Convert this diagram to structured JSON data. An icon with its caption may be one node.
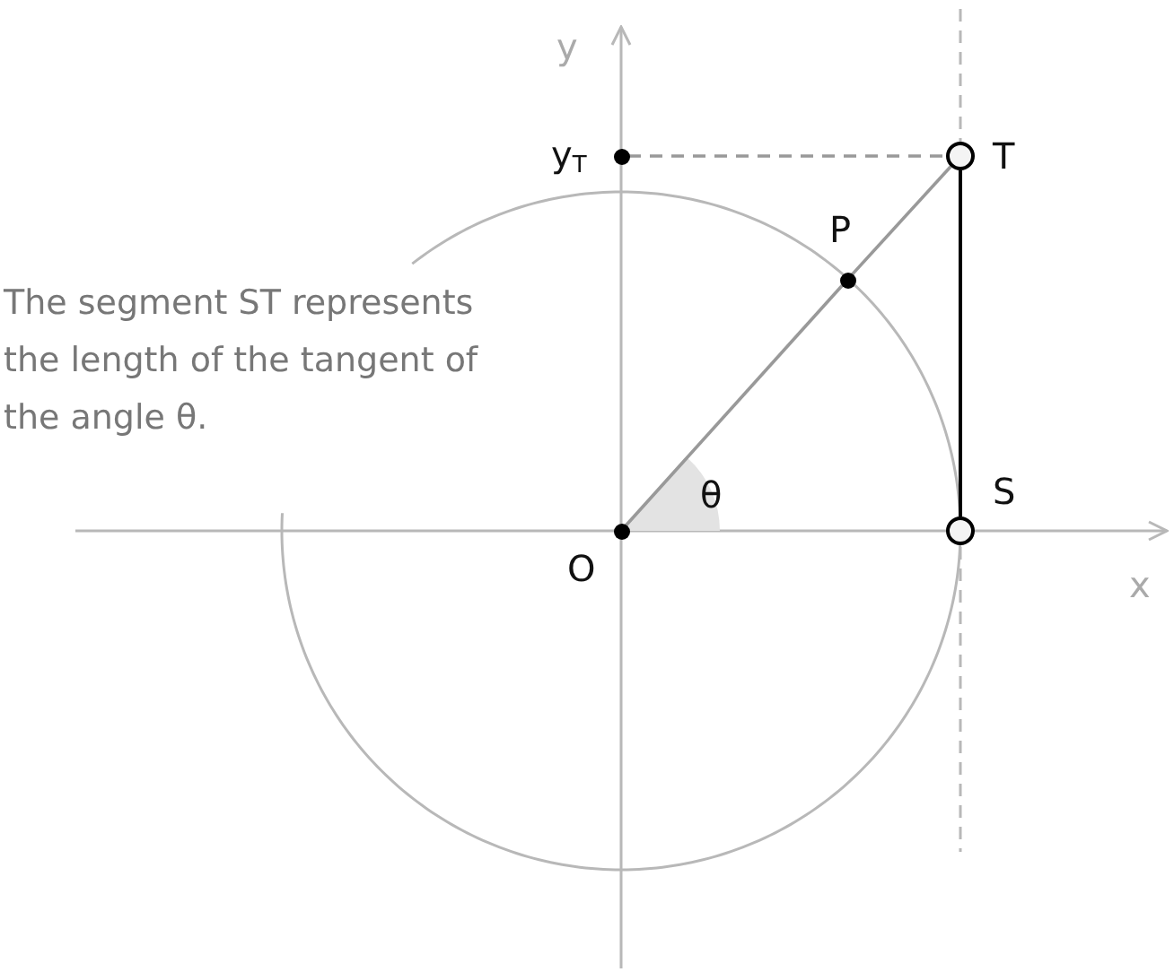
{
  "diagram": {
    "nodes": [
      {
        "text": [],
        "shape": "circle",
        "beside": [
          "O"
        ]
      },
      {
        "text": [],
        "shape": "circle",
        "beside": [
          "P"
        ]
      },
      {
        "text": [],
        "shape": "circle",
        "beside": [
          "T"
        ]
      },
      {
        "text": [],
        "shape": "circle",
        "beside": [
          "S"
        ]
      },
      {
        "text": [],
        "shape": "circle",
        "beside": [
          "y$_{T}$"
        ]
      }
    ],
    "edges": [
      {
        "from": 0,
        "to": 1,
        "arrow": "none"
      },
      {
        "from": 1,
        "to": 2,
        "arrow": "none"
      },
      {
        "from": 3,
        "to": 2,
        "arrow": "none",
        "color": "#000000"
      },
      {
        "from": 4,
        "to": 2,
        "arrow": "none",
        "style": "dashed"
      }
    ],
    "labels": [
      "y",
      "The segment ST represents the length of the tangent of the angle θ.",
      "θ",
      "x"
    ]
  }
}
